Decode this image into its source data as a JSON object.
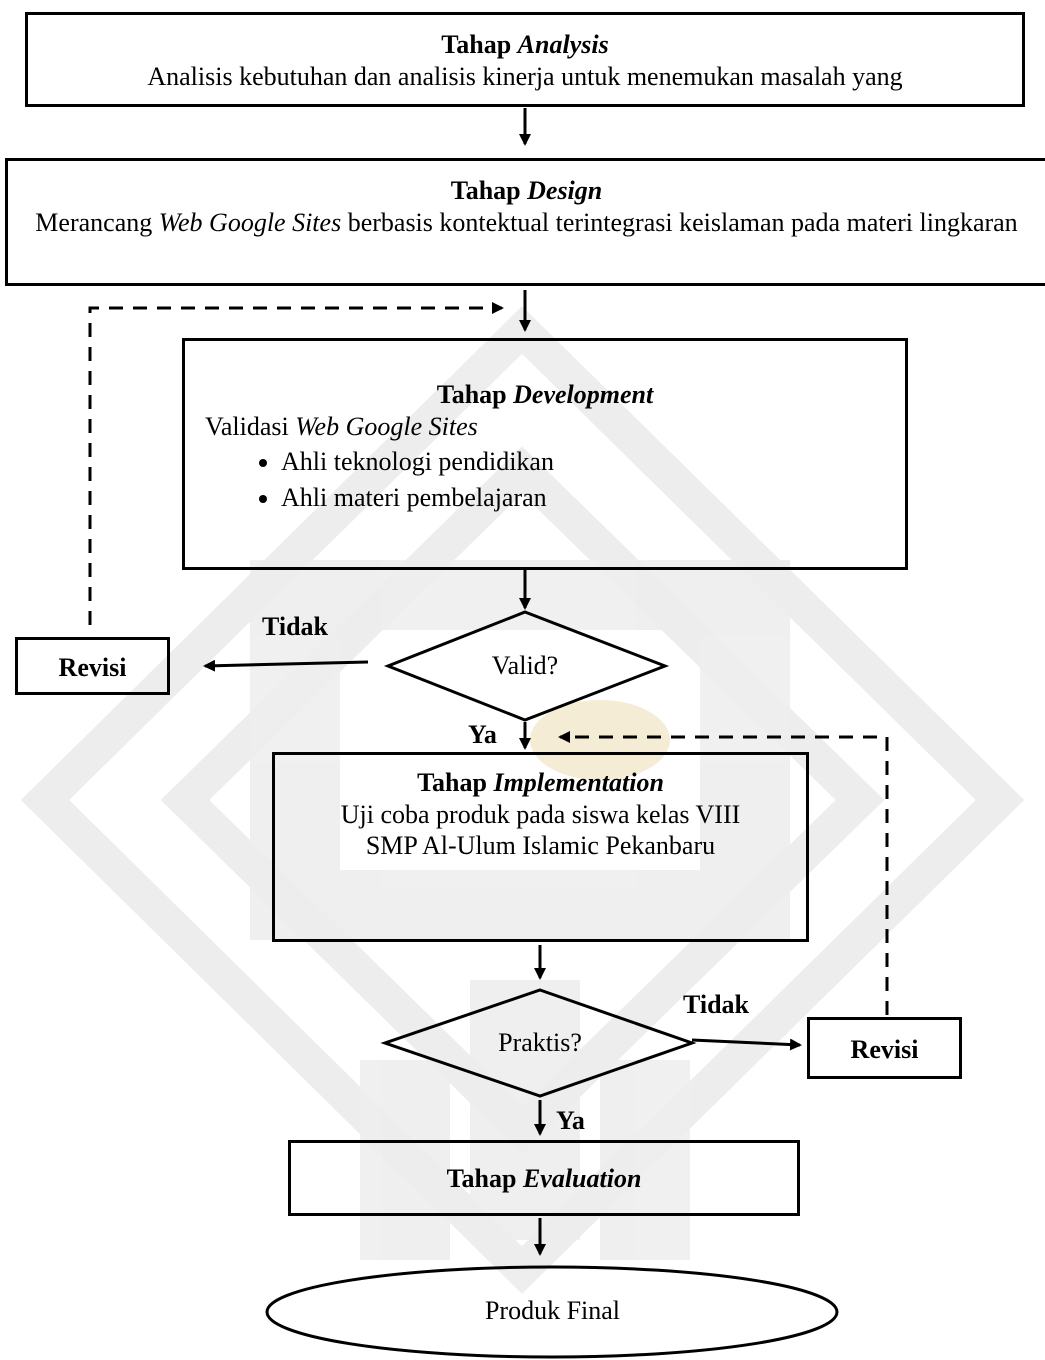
{
  "analysis": {
    "title_prefix": "Tahap",
    "title_emph": "Analysis",
    "body": "Analisis kebutuhan dan analisis kinerja untuk menemukan masalah yang"
  },
  "design": {
    "title_prefix": "Tahap",
    "title_emph": "Design",
    "body_before": "Merancang",
    "body_emph": "Web Google Sites",
    "body_after": "berbasis kontektual terintegrasi keislaman pada materi lingkaran"
  },
  "development": {
    "title_prefix": "Tahap",
    "title_emph": "Development",
    "body_before": "Validasi",
    "body_emph": "Web Google Sites",
    "items": [
      "Ahli teknologi pendidikan",
      "Ahli materi pembelajaran"
    ]
  },
  "valid_decision": {
    "question": "Valid?",
    "no_label": "Tidak",
    "yes_label": "Ya"
  },
  "revisi_left": {
    "label": "Revisi"
  },
  "implementation": {
    "title_prefix": "Tahap",
    "title_emph": "Implementation",
    "body": "Uji coba produk pada siswa kelas VIII SMP Al-Ulum Islamic Pekanbaru"
  },
  "praktis_decision": {
    "question": "Praktis?",
    "no_label": "Tidak",
    "yes_label": "Ya"
  },
  "revisi_right": {
    "label": "Revisi"
  },
  "evaluation": {
    "title_prefix": "Tahap",
    "title_emph": "Evaluation"
  },
  "final": {
    "label": "Produk Final"
  },
  "colors": {
    "line": "#000000",
    "watermark": "#ececec",
    "watermark_gold": "#f3ead0"
  }
}
